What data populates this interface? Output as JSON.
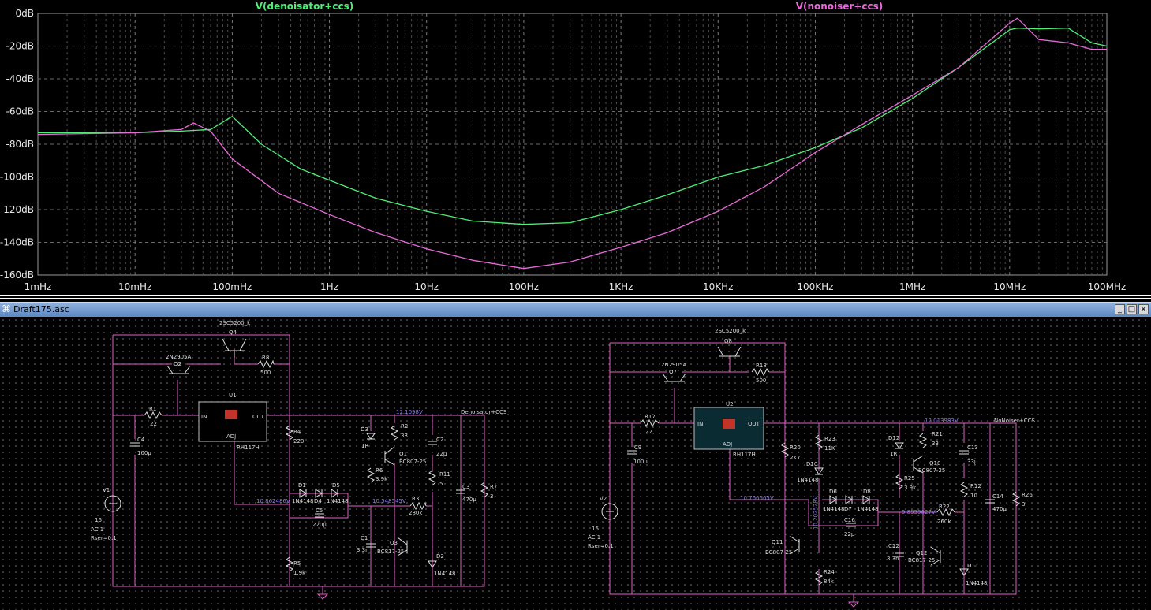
{
  "chart_data": {
    "type": "line",
    "x_scale": "log",
    "xlim_hz": [
      0.001,
      100000000
    ],
    "ylim_db": [
      -160,
      0
    ],
    "y_ticks": [
      "0dB",
      "-20dB",
      "-40dB",
      "-60dB",
      "-80dB",
      "-100dB",
      "-120dB",
      "-140dB",
      "-160dB"
    ],
    "x_ticks": [
      "1mHz",
      "10mHz",
      "100mHz",
      "1Hz",
      "10Hz",
      "100Hz",
      "1KHz",
      "10KHz",
      "100KHz",
      "1MHz",
      "10MHz",
      "100MHz"
    ],
    "grid": true,
    "series": [
      {
        "name": "V(denoisator+ccs)",
        "color": "#4cf075",
        "x": [
          0.001,
          0.01,
          0.03,
          0.06,
          0.1,
          0.2,
          0.5,
          1,
          3,
          10,
          30,
          100,
          300,
          1000,
          3000,
          10000,
          30000,
          100000,
          300000,
          1000000,
          3000000,
          10000000,
          12000000,
          20000000,
          40000000,
          70000000,
          100000000
        ],
        "y": [
          -73,
          -73,
          -72,
          -71,
          -63,
          -80,
          -95,
          -102,
          -113,
          -121,
          -127,
          -129,
          -128,
          -120,
          -111,
          -100,
          -93,
          -82,
          -70,
          -52,
          -33,
          -10,
          -9,
          -9.5,
          -9,
          -18,
          -20
        ]
      },
      {
        "name": "V(nonoiser+ccs)",
        "color": "#e86ad8",
        "x": [
          0.001,
          0.01,
          0.03,
          0.04,
          0.06,
          0.1,
          0.3,
          1,
          3,
          10,
          30,
          100,
          300,
          1000,
          3000,
          10000,
          30000,
          100000,
          300000,
          1000000,
          3000000,
          10000000,
          12000000,
          20000000,
          40000000,
          70000000,
          100000000
        ],
        "y": [
          -74,
          -73,
          -71,
          -67,
          -72,
          -89,
          -110,
          -123,
          -134,
          -144,
          -151,
          -156,
          -152,
          -143,
          -134,
          -121,
          -106,
          -85,
          -68,
          -50,
          -33,
          -6,
          -3,
          -16,
          -18,
          -22,
          -22
        ]
      }
    ]
  },
  "window": {
    "title": "Draft175.asc",
    "min_label": "_",
    "max_label": "□",
    "close_label": "×"
  },
  "schematic": {
    "left": {
      "labels": [
        "2SC5200_k",
        "Q4",
        "2N2905A",
        "Q2",
        "R8",
        "500",
        "U1",
        "R1",
        "22",
        "IN",
        "OUT",
        "ADJ",
        "RH117H",
        "R4",
        "220",
        "C4",
        "100µ",
        "V1",
        "16",
        "AC 1",
        "Rser=0.1",
        "D3",
        "1R",
        "R2",
        "33",
        "R6",
        "3.9k",
        "Q1",
        "BC807-25",
        "C2",
        "22µ",
        "R11",
        "5",
        "C3",
        "470µ",
        "R7",
        "3",
        "D1",
        "1N4148",
        "D4",
        "D5",
        "1N4148",
        "C5",
        "220µ",
        "R3",
        "280k",
        "C1",
        "3.3n",
        "Q3",
        "BC817-25",
        "D2",
        "1N4148",
        "R5",
        "1.9k",
        "Denoisator+CCS"
      ],
      "voltages": [
        "12.1098V",
        "10.862486V",
        "10.548545V"
      ]
    },
    "right": {
      "labels": [
        "2SC5200_k",
        "Q8",
        "2N2905A",
        "Q7",
        "R18",
        "500",
        "U2",
        "R17",
        "22",
        "IN",
        "OUT",
        "ADJ",
        "RH117H",
        "R20",
        "2K7",
        "C9",
        "100µ",
        "V2",
        "16",
        "AC 1",
        "Rser=0.1",
        "R23",
        "11K",
        "D10",
        "1N4148",
        "D12",
        "1R",
        "R21",
        "33",
        "R25",
        "3.9k",
        "Q10",
        "BC807-25",
        "C13",
        "33µ",
        "R12",
        "10",
        "C14",
        "470µ",
        "R26",
        "3",
        "D6",
        "1N4148",
        "D7",
        "D8",
        "1N4148",
        "C16",
        "22µ",
        "R22",
        "260k",
        "C12",
        "3.3n",
        "Q11",
        "BC807-25",
        "Q12",
        "BC817-25",
        "D11",
        "1N4148",
        "R24",
        "84k",
        "NoNoiser+CCS"
      ],
      "voltages": [
        "12.013983V",
        "10.766665V",
        "10.202528V",
        "9.8959627V"
      ]
    }
  }
}
